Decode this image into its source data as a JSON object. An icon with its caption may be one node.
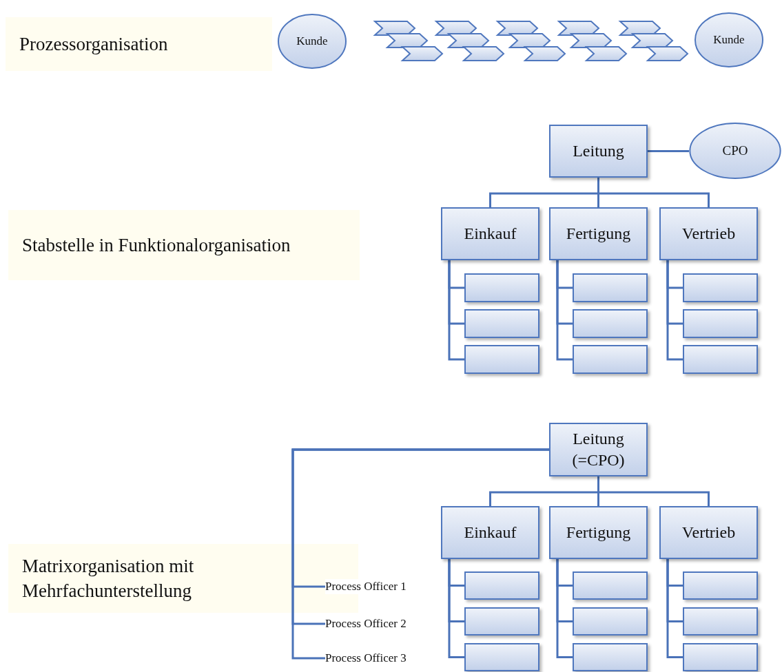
{
  "diagram": {
    "nodes": [
      {
        "text": [
          "Kunde"
        ]
      },
      {
        "text": [],
        "shape": "chevron"
      },
      {
        "text": [],
        "shape": "chevron"
      },
      {
        "text": [],
        "shape": "chevron"
      },
      {
        "text": [],
        "shape": "chevron"
      },
      {
        "text": [],
        "shape": "chevron"
      },
      {
        "text": [],
        "shape": "chevron"
      },
      {
        "text": [],
        "shape": "chevron"
      },
      {
        "text": [],
        "shape": "chevron"
      },
      {
        "text": [],
        "shape": "chevron"
      },
      {
        "text": [],
        "shape": "chevron"
      },
      {
        "text": [],
        "shape": "chevron"
      },
      {
        "text": [],
        "shape": "chevron"
      },
      {
        "text": [],
        "shape": "chevron"
      },
      {
        "text": [],
        "shape": "chevron"
      },
      {
        "text": [],
        "shape": "chevron"
      },
      {
        "text": [
          "Kunde"
        ]
      },
      {
        "text": [
          "Leitung"
        ]
      },
      {
        "text": [
          "CPO"
        ]
      },
      {
        "text": [
          "Einkauf"
        ]
      },
      {
        "text": [
          "Fertigung"
        ]
      },
      {
        "text": [
          "Vertrieb"
        ]
      },
      {
        "text": [],
        "shape": "box"
      },
      {
        "text": [],
        "shape": "box"
      },
      {
        "text": [],
        "shape": "box"
      },
      {
        "text": [],
        "shape": "box"
      },
      {
        "text": [],
        "shape": "box"
      },
      {
        "text": [],
        "shape": "box"
      },
      {
        "text": [],
        "shape": "box"
      },
      {
        "text": [],
        "shape": "box"
      },
      {
        "text": [],
        "shape": "box"
      },
      {
        "text": [
          "Leitung (=CPO)"
        ]
      },
      {
        "text": [
          "Einkauf"
        ]
      },
      {
        "text": [
          "Fertigung"
        ]
      },
      {
        "text": [
          "Vertrieb"
        ]
      },
      {
        "text": [],
        "shape": "box"
      },
      {
        "text": [],
        "shape": "box"
      },
      {
        "text": [],
        "shape": "box"
      },
      {
        "text": [],
        "shape": "box"
      },
      {
        "text": [],
        "shape": "box"
      },
      {
        "text": [],
        "shape": "box"
      },
      {
        "text": [],
        "shape": "box"
      },
      {
        "text": [],
        "shape": "box"
      },
      {
        "text": [],
        "shape": "box"
      },
      {
        "text": [
          "Process Officer 1"
        ]
      },
      {
        "text": [
          "Process Officer 2"
        ]
      },
      {
        "text": [
          "Process Officer 3"
        ]
      }
    ],
    "edges": [
      {
        "from": 17,
        "to": 18,
        "arrow": "none"
      },
      {
        "from": 17,
        "to": 19,
        "arrow": "none"
      },
      {
        "from": 17,
        "to": 20,
        "arrow": "none"
      },
      {
        "from": 17,
        "to": 21,
        "arrow": "none"
      },
      {
        "from": 19,
        "to": 22,
        "arrow": "none"
      },
      {
        "from": 19,
        "to": 23,
        "arrow": "none"
      },
      {
        "from": 19,
        "to": 24,
        "arrow": "none"
      },
      {
        "from": 20,
        "to": 25,
        "arrow": "none"
      },
      {
        "from": 20,
        "to": 26,
        "arrow": "none"
      },
      {
        "from": 20,
        "to": 27,
        "arrow": "none"
      },
      {
        "from": 21,
        "to": 28,
        "arrow": "none"
      },
      {
        "from": 21,
        "to": 29,
        "arrow": "none"
      },
      {
        "from": 21,
        "to": 30,
        "arrow": "none"
      },
      {
        "from": 31,
        "to": 32,
        "arrow": "none"
      },
      {
        "from": 31,
        "to": 33,
        "arrow": "none"
      },
      {
        "from": 31,
        "to": 34,
        "arrow": "none"
      },
      {
        "from": 32,
        "to": 35,
        "arrow": "none"
      },
      {
        "from": 32,
        "to": 36,
        "arrow": "none"
      },
      {
        "from": 32,
        "to": 37,
        "arrow": "none"
      },
      {
        "from": 33,
        "to": 38,
        "arrow": "none"
      },
      {
        "from": 33,
        "to": 39,
        "arrow": "none"
      },
      {
        "from": 33,
        "to": 40,
        "arrow": "none"
      },
      {
        "from": 34,
        "to": 41,
        "arrow": "none"
      },
      {
        "from": 34,
        "to": 42,
        "arrow": "none"
      },
      {
        "from": 34,
        "to": 43,
        "arrow": "none"
      },
      {
        "from": 31,
        "to": 44,
        "arrow": "none"
      },
      {
        "from": 31,
        "to": 45,
        "arrow": "none"
      },
      {
        "from": 31,
        "to": 46,
        "arrow": "none"
      }
    ],
    "labels": [
      "Prozessorganisation",
      "Stabstelle in Funktionalorganisation",
      "Matrixorganisation mit Mehrfachunterstellung"
    ]
  }
}
